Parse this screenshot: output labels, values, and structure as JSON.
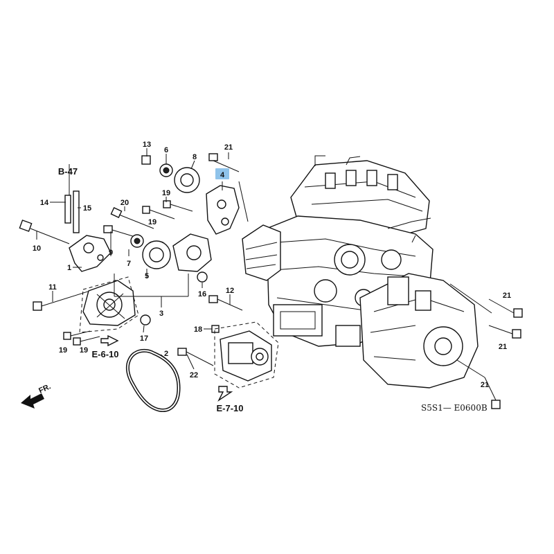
{
  "diagram": {
    "part_code": "S5S1— E0600B",
    "highlight_color": "#8fc3ea",
    "callouts": [
      {
        "id": "c13",
        "label": "13"
      },
      {
        "id": "c6",
        "label": "6"
      },
      {
        "id": "c8",
        "label": "8"
      },
      {
        "id": "c21a",
        "label": "21"
      },
      {
        "id": "c4",
        "label": "4",
        "highlighted": true
      },
      {
        "id": "c19a",
        "label": "19"
      },
      {
        "id": "c14",
        "label": "14"
      },
      {
        "id": "c15",
        "label": "15"
      },
      {
        "id": "c20",
        "label": "20"
      },
      {
        "id": "c19b",
        "label": "19"
      },
      {
        "id": "c10",
        "label": "10"
      },
      {
        "id": "c9",
        "label": "9"
      },
      {
        "id": "c1",
        "label": "1"
      },
      {
        "id": "c7",
        "label": "7"
      },
      {
        "id": "c5",
        "label": "5"
      },
      {
        "id": "c16",
        "label": "16"
      },
      {
        "id": "c3",
        "label": "3"
      },
      {
        "id": "c11",
        "label": "11"
      },
      {
        "id": "c12",
        "label": "12"
      },
      {
        "id": "c17",
        "label": "17"
      },
      {
        "id": "c18",
        "label": "18"
      },
      {
        "id": "c19c",
        "label": "19"
      },
      {
        "id": "c19d",
        "label": "19"
      },
      {
        "id": "c2",
        "label": "2"
      },
      {
        "id": "c22",
        "label": "22"
      },
      {
        "id": "c21b",
        "label": "21"
      },
      {
        "id": "c21c",
        "label": "21"
      },
      {
        "id": "c21d",
        "label": "21"
      }
    ],
    "references": [
      {
        "id": "ref_b47",
        "label": "B-47"
      },
      {
        "id": "ref_e610",
        "label": "E-6-10"
      },
      {
        "id": "ref_e710",
        "label": "E-7-10"
      }
    ],
    "front_arrow_label": "FR."
  }
}
